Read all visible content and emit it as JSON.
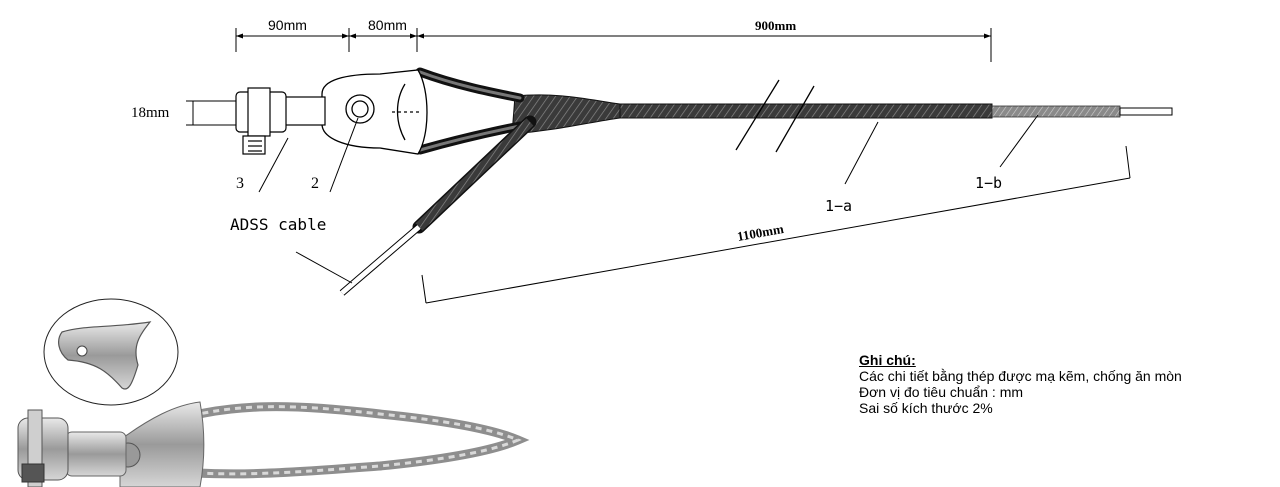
{
  "dimensions": {
    "d_90": "90mm",
    "d_80": "80mm",
    "d_900": "900mm",
    "d_18": "18mm",
    "d_1100": "1100mm"
  },
  "labels": {
    "part_3": "3",
    "part_2": "2",
    "part_1a": "1−a",
    "part_1b": "1−b",
    "adss": "ADSS cable"
  },
  "notes": {
    "title": "Ghi chú:",
    "lines": [
      "Các chi tiết bằng thép được mạ kẽm, chống ăn mòn",
      "Đơn vị đo tiêu chuẩn : mm",
      "Sai số kích thước 2%"
    ]
  }
}
